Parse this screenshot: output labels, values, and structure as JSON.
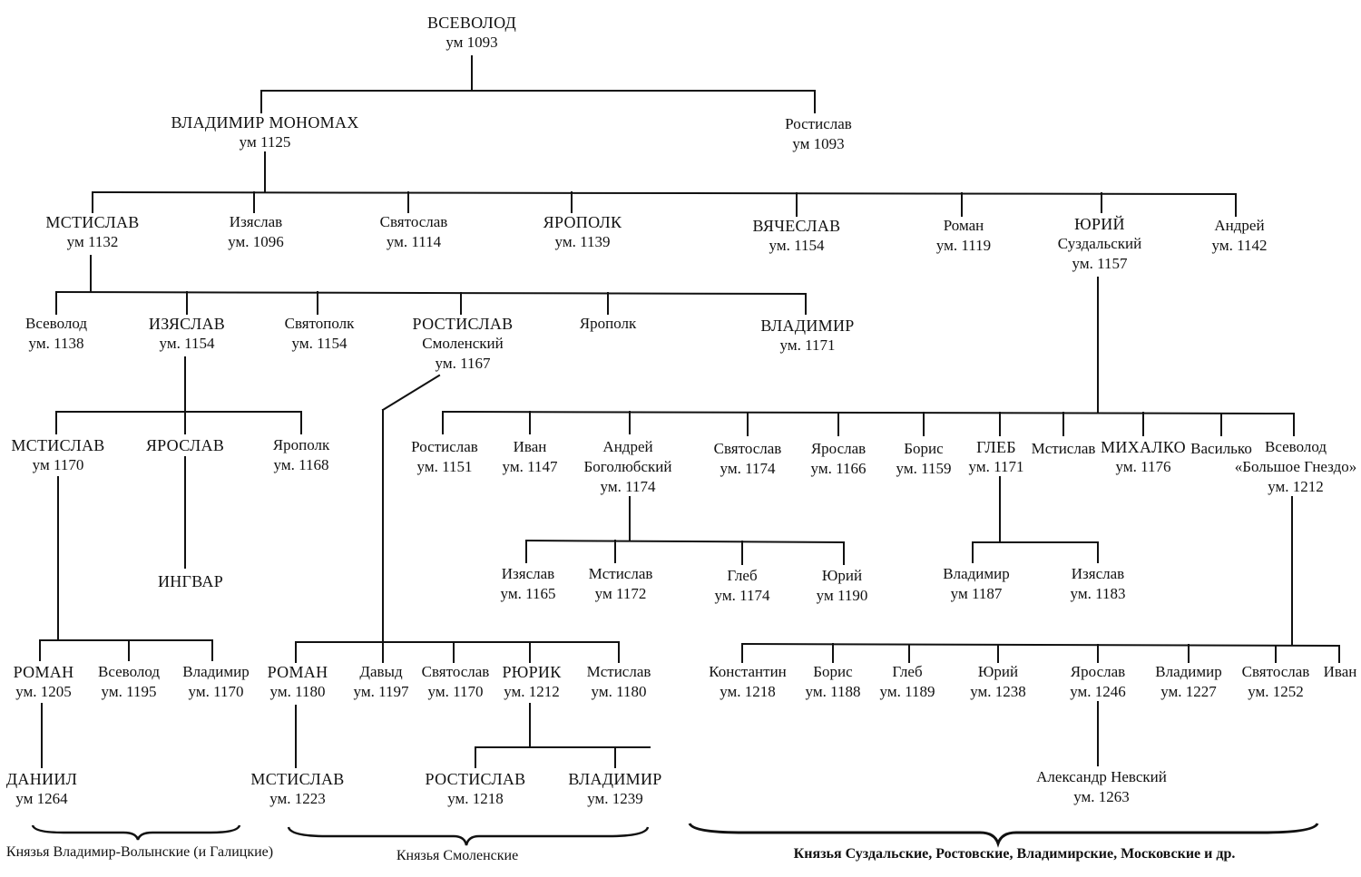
{
  "colors": {
    "ink": "#111111",
    "paper": "#ffffff"
  },
  "nodes": {
    "vsevolod_root": {
      "name": "ВСЕВОЛОД",
      "date": "ум 1093"
    },
    "vladimir_monomakh": {
      "name": "ВЛАДИМИР МОНОМАХ",
      "date": "ум 1125"
    },
    "rostislav_1093": {
      "name": "Ростислав",
      "date": "ум 1093"
    },
    "mstislav_1132": {
      "name": "МСТИСЛАВ",
      "date": "ум 1132"
    },
    "izyaslav_1096": {
      "name": "Изяслав",
      "date": "ум. 1096"
    },
    "svyatoslav_1114": {
      "name": "Святослав",
      "date": "ум. 1114"
    },
    "yaropolk_1139": {
      "name": "ЯРОПОЛК",
      "date": "ум. 1139"
    },
    "vyacheslav_1154": {
      "name": "ВЯЧЕСЛАВ",
      "date": "ум. 1154"
    },
    "roman_1119": {
      "name": "Роман",
      "date": "ум. 1119"
    },
    "yuri_1157": {
      "name": "ЮРИЙ",
      "sub": "Суздальский",
      "date": "ум. 1157"
    },
    "andrei_1142": {
      "name": "Андрей",
      "date": "ум. 1142"
    },
    "vsevolod_1138": {
      "name": "Всеволод",
      "date": "ум. 1138"
    },
    "izyaslav_1154": {
      "name": "ИЗЯСЛАВ",
      "date": "ум. 1154"
    },
    "svyatopolk_1154": {
      "name": "Святополк",
      "date": "ум. 1154"
    },
    "rostislav_smol": {
      "name": "РОСТИСЛАВ",
      "sub": "Смоленский",
      "date": "ум. 1167"
    },
    "yaropolk_m": {
      "name": "Ярополк"
    },
    "vladimir_1171": {
      "name": "ВЛАДИМИР",
      "date": "ум. 1171"
    },
    "mstislav_1170": {
      "name": "МСТИСЛАВ",
      "date": "ум 1170"
    },
    "yaroslav_iz": {
      "name": "ЯРОСЛАВ"
    },
    "yaropolk_1168": {
      "name": "Ярополк",
      "date": "ум. 1168"
    },
    "ingvar": {
      "name": "ИНГВАР"
    },
    "rostislav_1151": {
      "name": "Ростислав",
      "date": "ум. 1151"
    },
    "ivan_1147": {
      "name": "Иван",
      "date": "ум. 1147"
    },
    "andrei_bog": {
      "name": "Андрей",
      "sub": "Боголюбский",
      "date": "ум. 1174"
    },
    "svyatoslav_1174": {
      "name": "Святослав",
      "date": "ум. 1174"
    },
    "yaroslav_1166": {
      "name": "Ярослав",
      "date": "ум. 1166"
    },
    "boris_1159": {
      "name": "Борис",
      "date": "ум. 1159"
    },
    "gleb_1171": {
      "name": "ГЛЕБ",
      "date": "ум. 1171"
    },
    "mstislav_y": {
      "name": "Мстислав"
    },
    "mikhalko": {
      "name": "МИХАЛКО",
      "date": "ум. 1176"
    },
    "vasilko": {
      "name": "Василько"
    },
    "vsevolod_gnezdo": {
      "name": "Всеволод",
      "sub": "«Большое Гнездо»",
      "date": "ум. 1212"
    },
    "izyaslav_1165": {
      "name": "Изяслав",
      "date": "ум. 1165"
    },
    "mstislav_1172": {
      "name": "Мстислав",
      "date": "ум 1172"
    },
    "gleb_1174": {
      "name": "Глеб",
      "date": "ум. 1174"
    },
    "yuri_1190": {
      "name": "Юрий",
      "date": "ум 1190"
    },
    "vladimir_1187": {
      "name": "Владимир",
      "date": "ум 1187"
    },
    "izyaslav_1183": {
      "name": "Изяслав",
      "date": "ум. 1183"
    },
    "roman_1205": {
      "name": "РОМАН",
      "date": "ум. 1205"
    },
    "vsevolod_1195": {
      "name": "Всеволод",
      "date": "ум. 1195"
    },
    "vladimir_1170": {
      "name": "Владимир",
      "date": "ум. 1170"
    },
    "roman_1180": {
      "name": "РОМАН",
      "date": "ум. 1180"
    },
    "david_1197": {
      "name": "Давыд",
      "date": "ум. 1197"
    },
    "svyatoslav_1170": {
      "name": "Святослав",
      "date": "ум. 1170"
    },
    "ryurik_1212": {
      "name": "РЮРИК",
      "date": "ум. 1212"
    },
    "mstislav_1180": {
      "name": "Мстислав",
      "date": "ум. 1180"
    },
    "konstantin_1218": {
      "name": "Константин",
      "date": "ум. 1218"
    },
    "boris_1188": {
      "name": "Борис",
      "date": "ум. 1188"
    },
    "gleb_1189": {
      "name": "Глеб",
      "date": "ум. 1189"
    },
    "yuri_1238": {
      "name": "Юрий",
      "date": "ум. 1238"
    },
    "yaroslav_1246": {
      "name": "Ярослав",
      "date": "ум. 1246"
    },
    "vladimir_1227": {
      "name": "Владимир",
      "date": "ум. 1227"
    },
    "svyatoslav_1252": {
      "name": "Святослав",
      "date": "ум. 1252"
    },
    "ivan_g": {
      "name": "Иван"
    },
    "daniil_1264": {
      "name": "ДАНИИЛ",
      "date": "ум 1264"
    },
    "mstislav_1223": {
      "name": "МСТИСЛАВ",
      "date": "ум. 1223"
    },
    "rostislav_1218": {
      "name": "РОСТИСЛАВ",
      "date": "ум. 1218"
    },
    "vladimir_1239": {
      "name": "ВЛАДИМИР",
      "date": "ум. 1239"
    },
    "aleksandr_nevsky": {
      "name": "Александр Невский",
      "date": "ум. 1263"
    }
  },
  "groups": {
    "volyn": "Князья Владимир-Волынские (и Галицкие)",
    "smolensk": "Князья Смоленские",
    "suzdal": "Князья Суздальские, Ростовские, Владимирские, Московские и др."
  }
}
